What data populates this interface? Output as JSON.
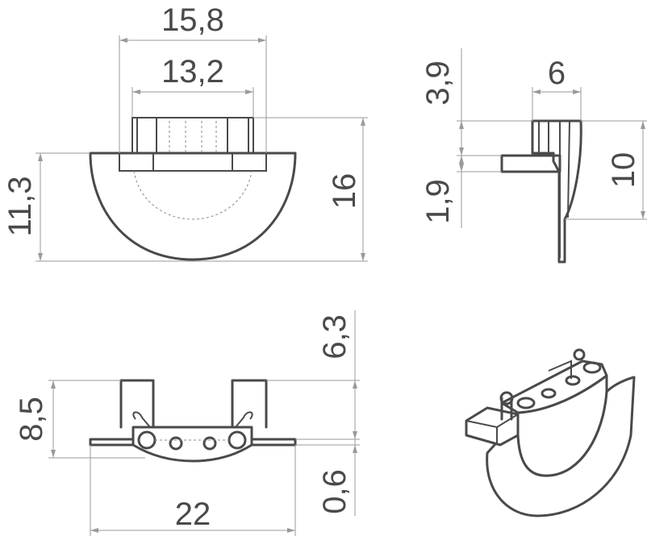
{
  "dimensions": {
    "front_outer_width": "15,8",
    "front_inner_width": "13,2",
    "front_height": "16",
    "front_body_height": "11,3",
    "side_top_offset": "3,9",
    "side_width": "6",
    "side_flange": "1,9",
    "side_height": "10",
    "top_upper_height": "6,3",
    "top_height": "8,5",
    "top_lip": "0,6",
    "top_width": "22"
  }
}
